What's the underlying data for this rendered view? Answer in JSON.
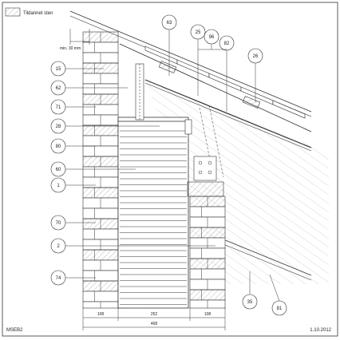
{
  "legend": {
    "label": "Tildannet sten"
  },
  "note": {
    "min_text": "min. 30 mm"
  },
  "callouts": {
    "c15": "15",
    "c62": "62",
    "c71": "71",
    "c28": "28",
    "c80": "80",
    "c60": "60",
    "c1": "1",
    "c70": "70",
    "c2": "2",
    "c74": "74",
    "c63": "63",
    "c25": "25",
    "c96": "96",
    "c82": "82",
    "c26": "26",
    "c35": "35",
    "c81": "81"
  },
  "dimensions": {
    "d1": "108",
    "d2": "252",
    "d3": "108",
    "total": "468"
  },
  "footer": {
    "code": "MSEB2",
    "date": "1.10.2012"
  }
}
